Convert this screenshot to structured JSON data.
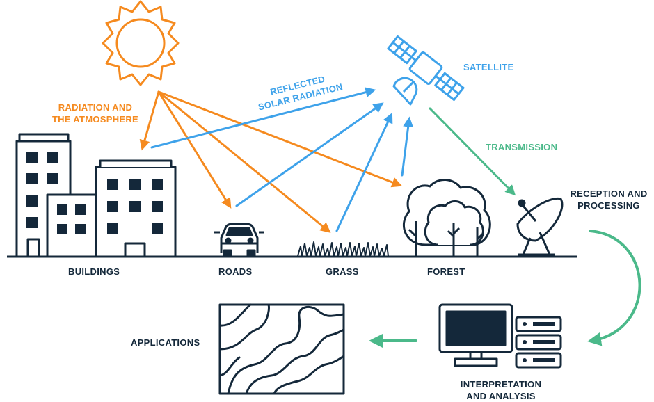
{
  "labels": {
    "radiation": [
      "RADIATION AND",
      "THE ATMOSPHERE"
    ],
    "reflected": [
      "REFLECTED",
      "SOLAR RADIATION"
    ],
    "satellite": "SATELLITE",
    "transmission": "TRANSMISSION",
    "reception": [
      "RECEPTION AND",
      "PROCESSING"
    ],
    "buildings": "BUILDINGS",
    "roads": "ROADS",
    "grass": "GRASS",
    "forest": "FOREST",
    "applications": "APPLICATIONS",
    "interpretation": [
      "INTERPRETATION",
      "AND ANALYSIS"
    ]
  },
  "colors": {
    "navy": "#14283a",
    "orange": "#f58a1f",
    "blue": "#3ea2ea",
    "green": "#4bb98a"
  },
  "icons": [
    "sun-icon",
    "satellite-icon",
    "buildings-icon",
    "car-icon",
    "grass-icon",
    "forest-icon",
    "satellite-dish-icon",
    "computer-icon",
    "server-icon",
    "map-icon"
  ]
}
